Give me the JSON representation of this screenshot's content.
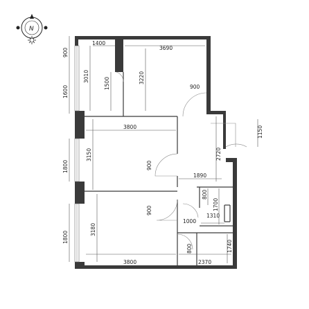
{
  "compass": {
    "label": "N"
  },
  "dimensions": {
    "bedroom_north_width": "1400",
    "living_width": "3690",
    "left_outer_900": "900",
    "left_outer_1600": "1600",
    "left_inner_3010": "3010",
    "left_inner_1500": "1500",
    "living_height": "3220",
    "hall_door": "900",
    "entrance": "1150",
    "room2_width": "3800",
    "room2_window": "1800",
    "room2_height": "3150",
    "room2_door": "900",
    "hall_height": "2720",
    "hall_width": "1890",
    "bath_width": "800",
    "bath_height": "1700",
    "bath_len": "1310",
    "room3_door": "900",
    "room3_window": "1800",
    "room3_height": "3180",
    "bath2_door": "1000",
    "room3_width": "3800",
    "bath2_width": "800",
    "bath2_height": "1740",
    "bath2_len": "2370"
  }
}
